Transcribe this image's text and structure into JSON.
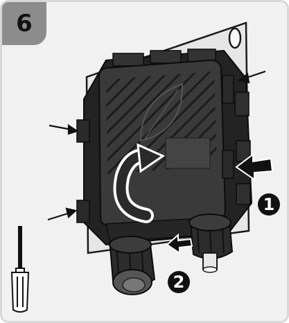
{
  "step": {
    "number": "6"
  },
  "callouts": [
    {
      "label": "1"
    },
    {
      "label": "2"
    }
  ],
  "colors": {
    "panel_bg": "#f1f1f1",
    "badge": "#8c8c8c",
    "housing": "#2d2d2d",
    "housing_face": "#3a3a3a",
    "plate": "#e6e6e6",
    "callout": "#111111"
  },
  "icons": [
    "screwdriver-icon",
    "rotate-arrow-icon",
    "push-arrow-icon",
    "pointer-arrow-icon"
  ]
}
